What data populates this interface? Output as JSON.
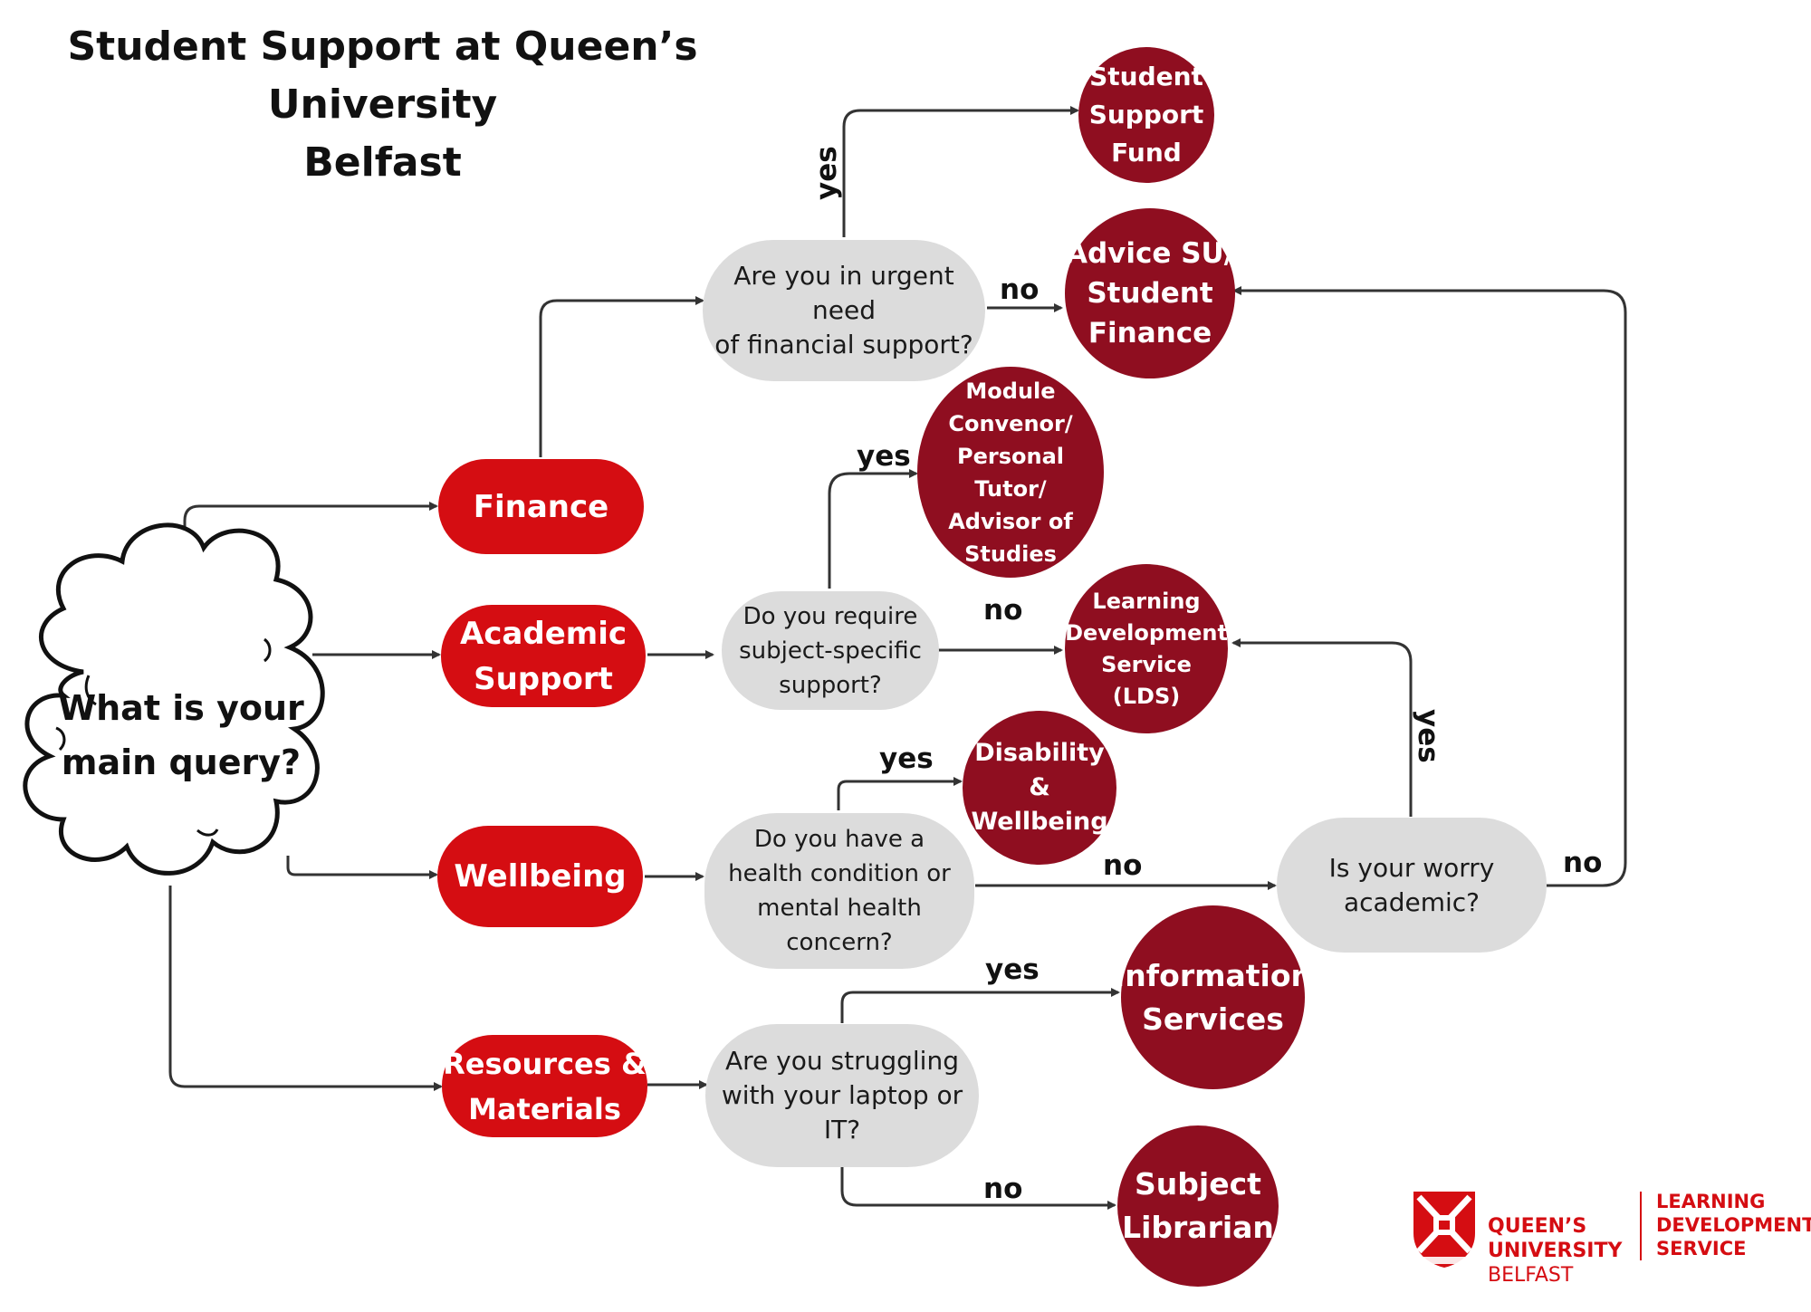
{
  "title": "Student Support at Queen’s University\nBelfast",
  "start": {
    "text": "What is your\nmain query?"
  },
  "categories": {
    "finance": "Finance",
    "academic": "Academic\nSupport",
    "wellbeing": "Wellbeing",
    "resources": "Resources &\nMaterials"
  },
  "questions": {
    "financial": "Are you in urgent need\nof financial support?",
    "subject": "Do you require\nsubject-specific\nsupport?",
    "health": "Do you have a\nhealth condition or\nmental health\nconcern?",
    "worry": "Is your worry\nacademic?",
    "laptop": "Are you struggling\nwith your laptop or\nIT?"
  },
  "services": {
    "support_fund": "Student\nSupport\nFund",
    "advice_su": "Advice  SU/\nStudent\nFinance",
    "module": "Module\nConvenor/\nPersonal\nTutor/\nAdvisor of\nStudies",
    "lds": "Learning\nDevelopment\nService (LDS)",
    "disability": "Disability\n&\nWellbeing",
    "info_services": "Information\nServices",
    "subject_librarian": "Subject\nLibrarian"
  },
  "edge_labels": {
    "yes": "yes",
    "no": "no"
  },
  "logo": {
    "university": "QUEEN’S\nUNIVERSITY",
    "city": "BELFAST",
    "service": "LEARNING\nDEVELOPMENT\nSERVICE"
  },
  "colors": {
    "category": "#d50d12",
    "question": "#dcdcdc",
    "service": "#8f0e20",
    "line": "#333333"
  }
}
